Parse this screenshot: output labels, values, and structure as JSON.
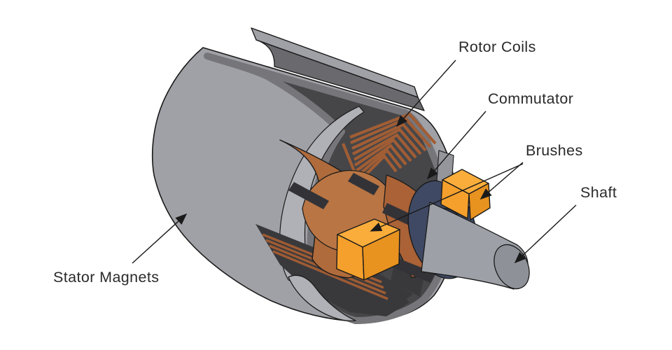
{
  "diagram": {
    "subject": "Cutaway illustration of a brushed DC electric motor",
    "labels": {
      "rotor_coils": "Rotor Coils",
      "commutator": "Commutator",
      "brushes": "Brushes",
      "shaft": "Shaft",
      "stator_magnets": "Stator Magnets"
    },
    "colors": {
      "background": "#ffffff",
      "outline": "#1a1a1a",
      "housing_gray": "#a0a1a6",
      "cut_face_gray": "#b0b1b6",
      "strip_underside_gray": "#6a6a6e",
      "sidewall_gray": "#76767a",
      "interior_dark": "#464649",
      "shadow_dark": "#39393c",
      "coil_copper": "#a15d34",
      "rotor_copper": "#af6b3b",
      "rotor_dome_copper": "#b97544",
      "commutator_copper": "#aa6236",
      "slot_dark": "#333337",
      "end_ring_navy": "#3f4963",
      "end_ring_navy_dark": "#2f3850",
      "brush_orange_top": "#fbad3b",
      "brush_orange_left": "#f5a02c",
      "brush_orange_right": "#e8921f",
      "shaft_gray": "#9da1a7",
      "shaft_end_gray": "#8e9298",
      "holder_gray": "#94969b",
      "label_text": "#2a2a2a"
    }
  }
}
